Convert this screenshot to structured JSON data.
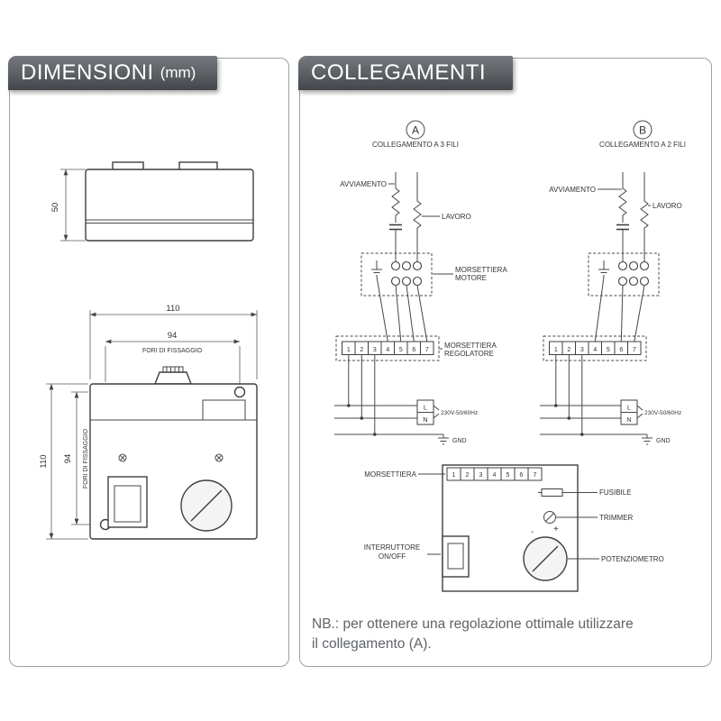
{
  "panels": {
    "dimensioni": {
      "title": "DIMENSIONI",
      "unit": "(mm)",
      "side_view": {
        "height_mm": "50"
      },
      "front_view": {
        "width_mm": "110",
        "hole_spacing_h_mm": "94",
        "holes_label_h": "FORI DI FISSAGGIO",
        "height_mm": "110",
        "hole_spacing_v_mm": "94",
        "holes_label_v": "FORI DI FISSAGGIO"
      }
    },
    "collegamenti": {
      "title": "COLLEGAMENTI",
      "diagram_a": {
        "badge": "A",
        "title": "COLLEGAMENTO A 3 FILI",
        "avviamento": "AVVIAMENTO",
        "lavoro": "LAVORO",
        "motor_block_line1": "MORSETTIERA",
        "motor_block_line2": "MOTORE",
        "regulator_block_line1": "MORSETTIERA",
        "regulator_block_line2": "REGOLATORE",
        "terminals": [
          "1",
          "2",
          "3",
          "4",
          "5",
          "6",
          "7"
        ],
        "line_l": "L",
        "line_n": "N",
        "voltage": "230V-50/60Hz",
        "gnd": "GND"
      },
      "diagram_b": {
        "badge": "B",
        "title": "COLLEGAMENTO A 2 FILI",
        "avviamento": "AVVIAMENTO",
        "lavoro": "LAVORO",
        "terminals": [
          "1",
          "2",
          "3",
          "4",
          "5",
          "6",
          "7"
        ],
        "line_l": "L",
        "line_n": "N",
        "voltage": "230V-50/60Hz",
        "gnd": "GND"
      },
      "device": {
        "morsettiera": "MORSETTIERA",
        "terminals": [
          "1",
          "2",
          "3",
          "4",
          "5",
          "6",
          "7"
        ],
        "fusibile": "FUSIBILE",
        "trimmer": "TRIMMER",
        "trimmer_minus": "-",
        "trimmer_plus": "+",
        "potenziometro": "POTENZIOMETRO",
        "interruttore_line1": "INTERRUTTORE",
        "interruttore_line2": "ON/OFF"
      },
      "note": {
        "line1": "NB.: per ottenere una regolazione ottimale utilizzare",
        "line2": "il collegamento (A)."
      }
    }
  },
  "colors": {
    "header_bg_top": "#75797d",
    "header_bg_bottom": "#42464b",
    "line": "#3f3f3f",
    "note_text": "#5f6368"
  }
}
